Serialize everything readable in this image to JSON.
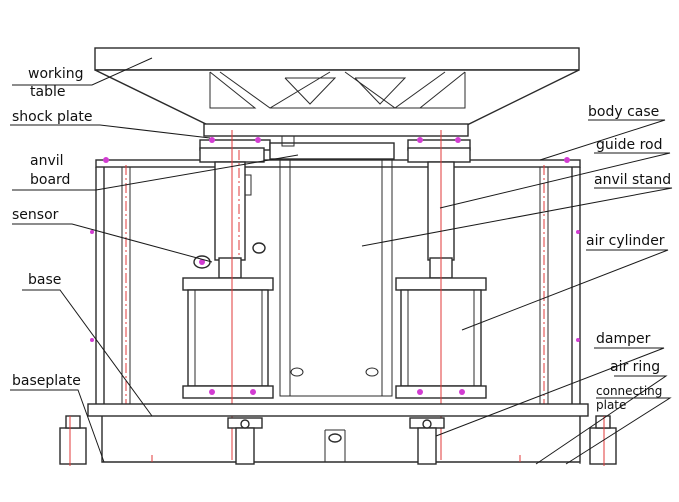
{
  "labels": {
    "working_table": [
      "working",
      "table"
    ],
    "shock_plate": "shock plate",
    "anvil_board": [
      "anvil",
      "board"
    ],
    "sensor": "sensor",
    "base": "base",
    "baseplate": "baseplate",
    "body_case": "body case",
    "guide_rod": "guide rod",
    "anvil_stand": "anvil stand",
    "air_cylinder": "air cylinder",
    "damper": "damper",
    "air_ring": "air ring",
    "connecting_plate": [
      "connecting",
      "plate"
    ]
  },
  "colors": {
    "line": "#2b2b2b",
    "centerline": "#e03a3a",
    "fastener": "#d23cd2"
  }
}
